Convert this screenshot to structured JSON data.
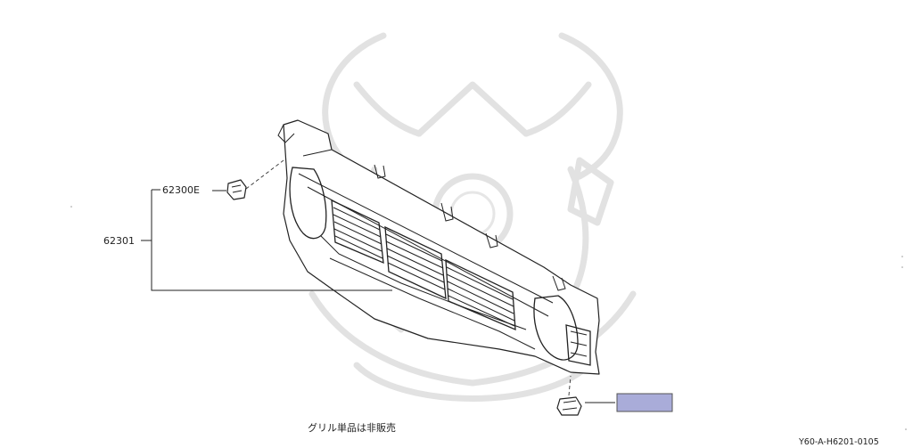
{
  "labels": {
    "clip_part": "62300E",
    "grille_part": "62301",
    "note": "グリル単品は非販売",
    "diagram_code": "Y60-A-H6201-0105"
  },
  "highlight_color": "#a9acd9"
}
